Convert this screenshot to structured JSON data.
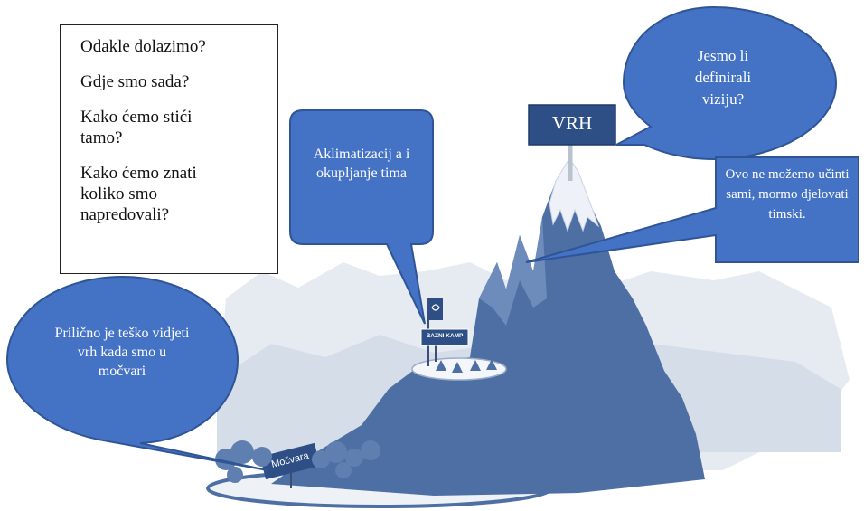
{
  "questions": [
    "Odakle dolazimo?",
    "Gdje smo sada?",
    "Kako ćemo stići tamo?",
    "Kako ćemo znati koliko smo napredovali?"
  ],
  "bubbles": {
    "aklimatizacija": "Aklimatizacij a i okupljanje tima",
    "vizija": "Jesmo li definirali viziju?",
    "timski": "Ovo ne možemo učinti sami, mormo djelovati timski.",
    "mocvara": "Prilično je teško vidjeti vrh kada smo u močvari"
  },
  "signs": {
    "vrh": "VRH",
    "bazni_kamp": "BAZNI KAMP",
    "mocvara": "Močvara"
  },
  "colors": {
    "bubble": "#4472c4",
    "bubble_border": "#2f5597",
    "mountain": "#4d6fa3",
    "mountain_light": "#a9bcd6",
    "background_hills": "#e3e8ef",
    "sign": "#2e4f86"
  }
}
